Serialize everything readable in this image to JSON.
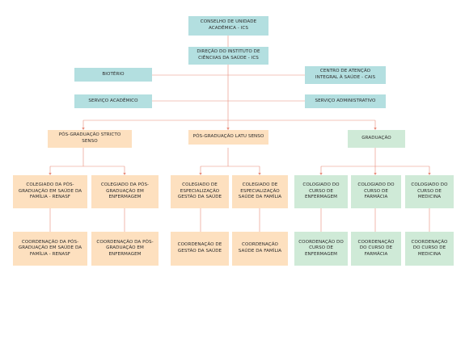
{
  "colors": {
    "administration": "#b3dfe0",
    "postgraduate": "#fde0bf",
    "undergraduate": "#cfead7",
    "connector": "#e88a79"
  },
  "nodes": {
    "conselho": "CONSELHO DE UNIDADE ACADÊMICA - ICS",
    "direcao": "DIREÇÃO DO INSTITUTO DE CIÊNCIIAS DA SAÚDE - ICS",
    "bioterio": "BIOTÉRIO",
    "cais": "CENTRO DE ATENÇÃO INTEGRAL À SAÚDE - CAIS",
    "servico_academico": "SERVIÇO ACADÊMICO",
    "servico_administrativo": "SERVIÇO ADMINISTRATIVO",
    "pos_stricto": "PÓS-GRADUAÇÃO STRICTO SENSO",
    "pos_latu": "PÓS-GRADUAÇÃO LATU SENSO",
    "graduacao": "GRADUAÇÃO",
    "col_renasf": "COLEGIADO DA PÓS-GRADUAÇÃO EM SAÚDE DA FAMÍLIA - RENASF",
    "col_pos_enf": "COLEGIADO DA PÓS-GRADUAÇÃO EM ENFERMAGEM",
    "col_esp_gestao": "COLEGIADO DE ESPECIALIZAÇÃO GESTÃO DA SAÚDE",
    "col_esp_familia": "COLEGIADO DE ESPECIALIZAÇÃO SAÚDE DA FAMÍLIA",
    "col_grad_enf": "COLOGIADO DO CURSO DE ENFERMAGEM",
    "col_grad_farm": "COLOGIADO DO CURSO DE FARMÁCIA",
    "col_grad_med": "COLOGIADO DO CURSO DE MEDICINA",
    "coord_renasf": "COORDENAÇÃO DA PÓS-GRADUAÇÃO EM SAÚDE DA FAMÍLIA - RENASF",
    "coord_pos_enf": "COORDENAÇÃO DA PÓS-GRADUAÇÃO EM ENFERMAGEM",
    "coord_gestao": "COORDENAÇÃO DE GESTÃO DA SAÚDE",
    "coord_familia": "COORDENAÇÃO SAÚDE DA FAMÍLIA",
    "coord_enf": "COORDENAÇÃO DO CURSO DE ENFERMAGEM",
    "coord_farm": "COORDENAÇÃO DO CURSO DE FARMÁCIA",
    "coord_med": "COORDENAÇÃO DO CURSO DE MEDICINA"
  }
}
